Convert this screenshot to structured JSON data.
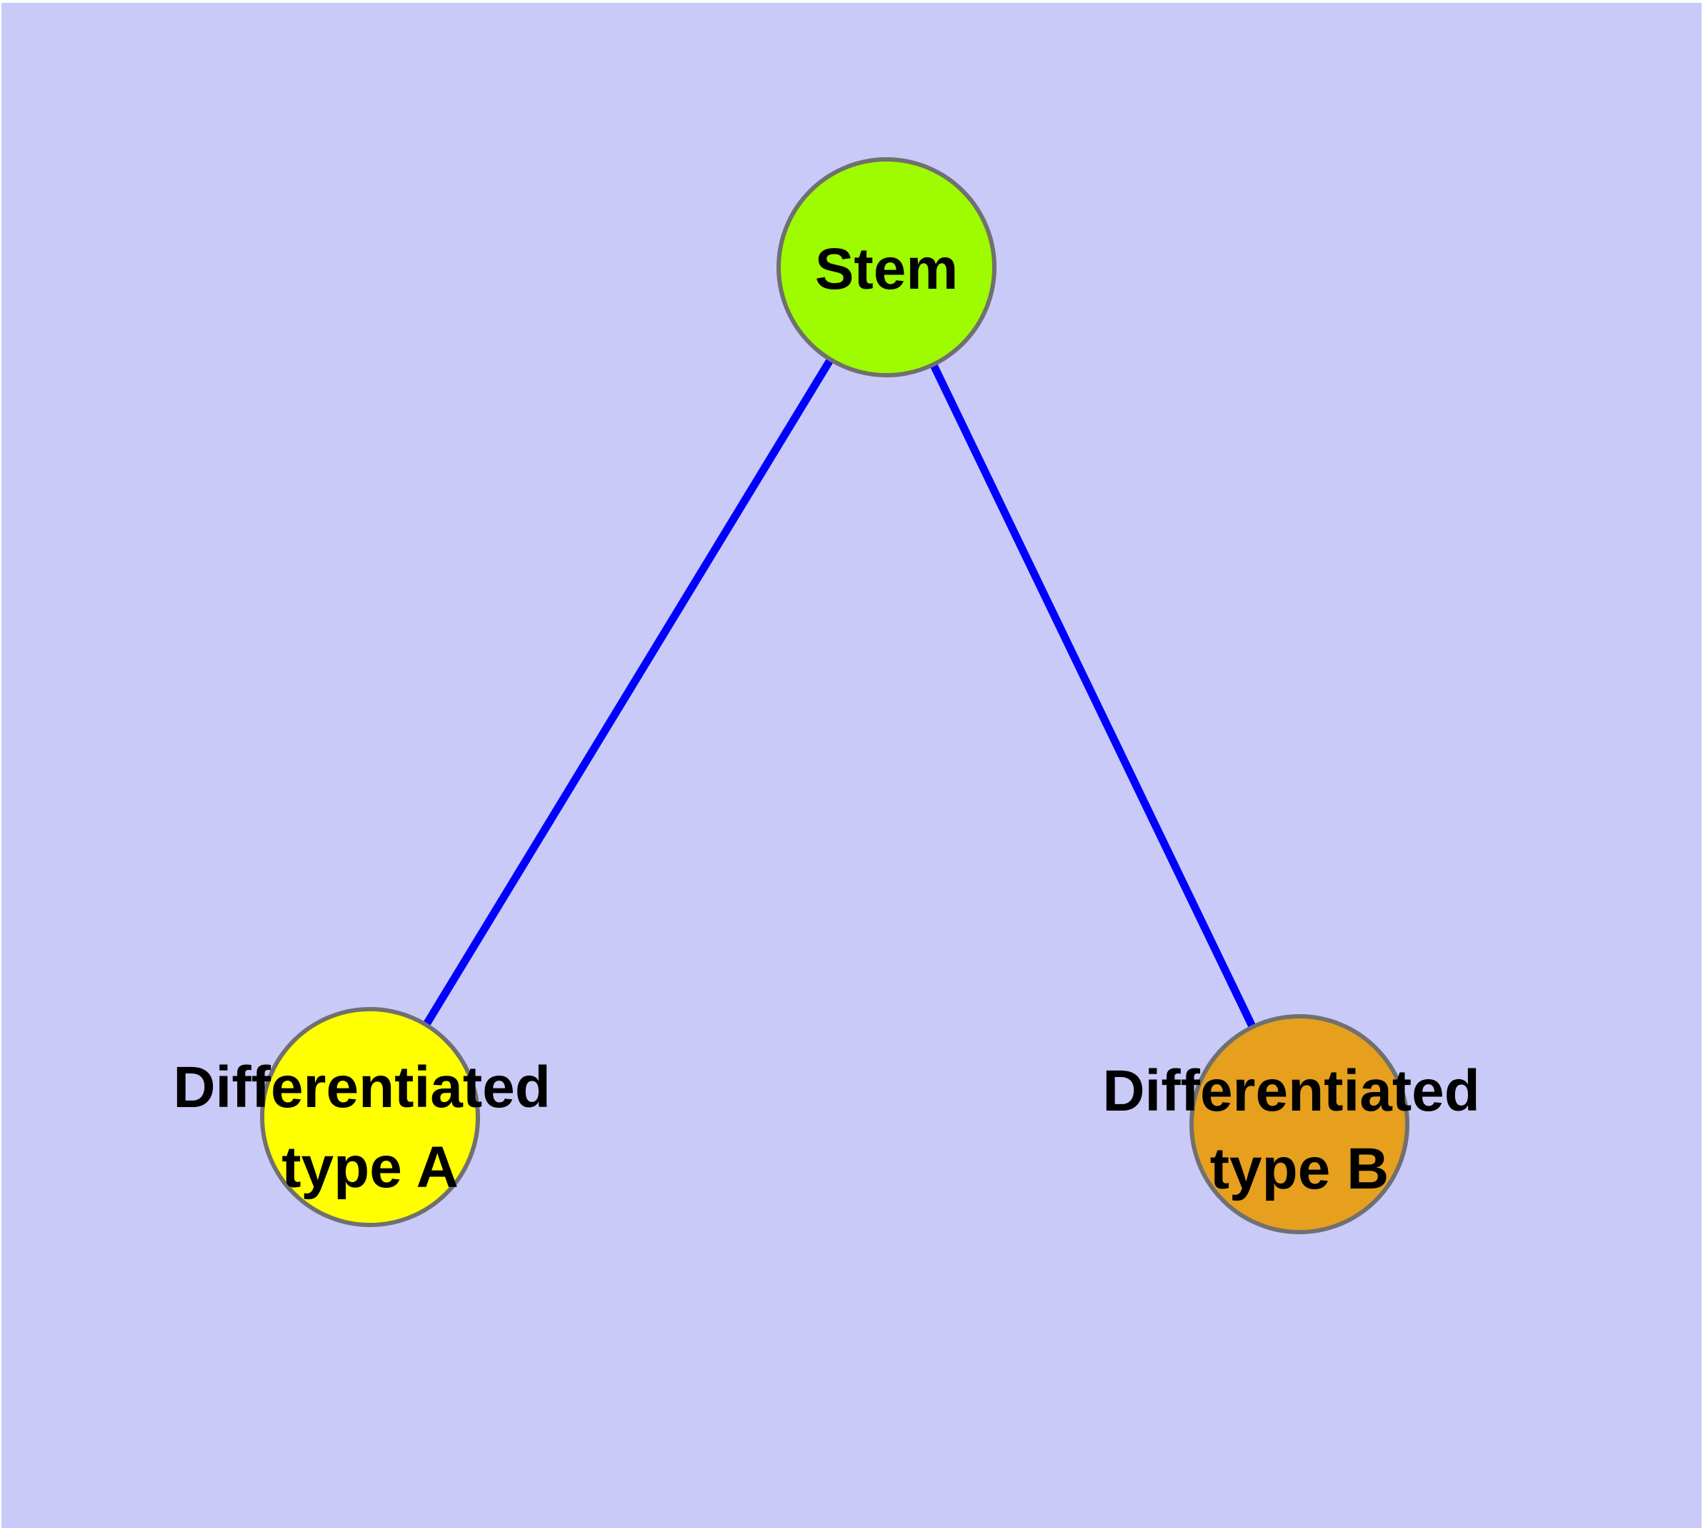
{
  "colors": {
    "page_margin": "#ffffff",
    "background": "#cacaf8",
    "edge": "#0000ff",
    "node_border": "#707070",
    "label_text": "#000000"
  },
  "graph": {
    "nodes": {
      "stem": {
        "label": "Stem",
        "fill": "#9efb00"
      },
      "type_a": {
        "label_line1": "Differentiated",
        "label_line2": "type A",
        "fill": "#ffff00"
      },
      "type_b": {
        "label_line1": "Differentiated",
        "label_line2": "type B",
        "fill": "#e6a01e"
      }
    },
    "edges": [
      {
        "from": "Stem",
        "to": "Differentiated type A"
      },
      {
        "from": "Stem",
        "to": "Differentiated type B"
      }
    ]
  }
}
